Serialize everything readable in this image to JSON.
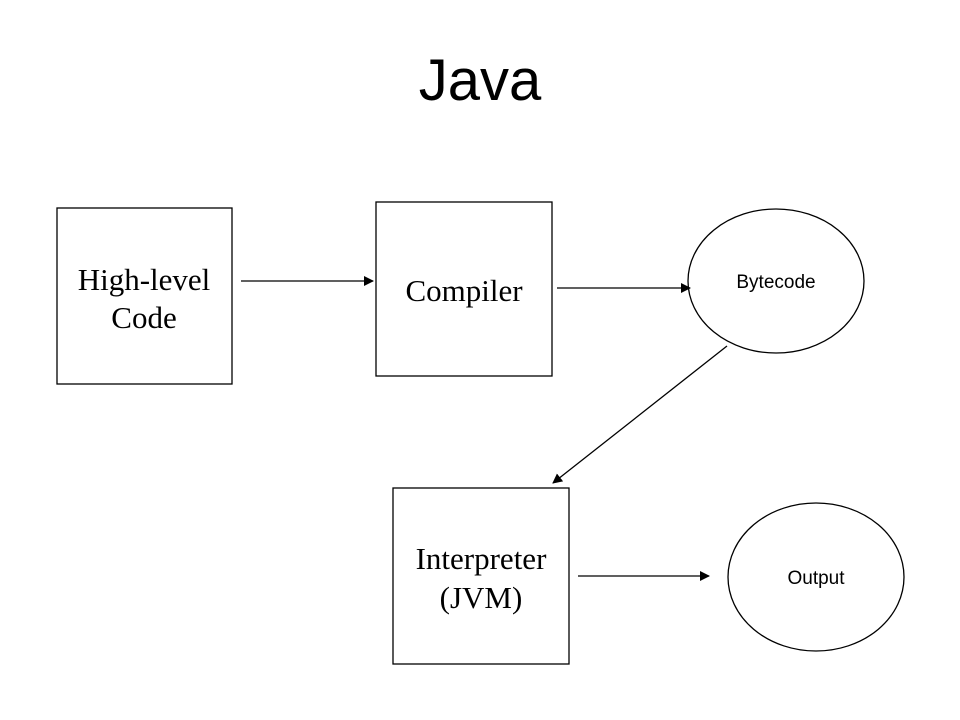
{
  "title": "Java",
  "nodes": {
    "high_level_code": {
      "line1": "High-level",
      "line2": "Code"
    },
    "compiler": {
      "label": "Compiler"
    },
    "bytecode": {
      "label": "Bytecode"
    },
    "interpreter": {
      "line1": "Interpreter",
      "line2": "(JVM)"
    },
    "output": {
      "label": "Output"
    }
  }
}
